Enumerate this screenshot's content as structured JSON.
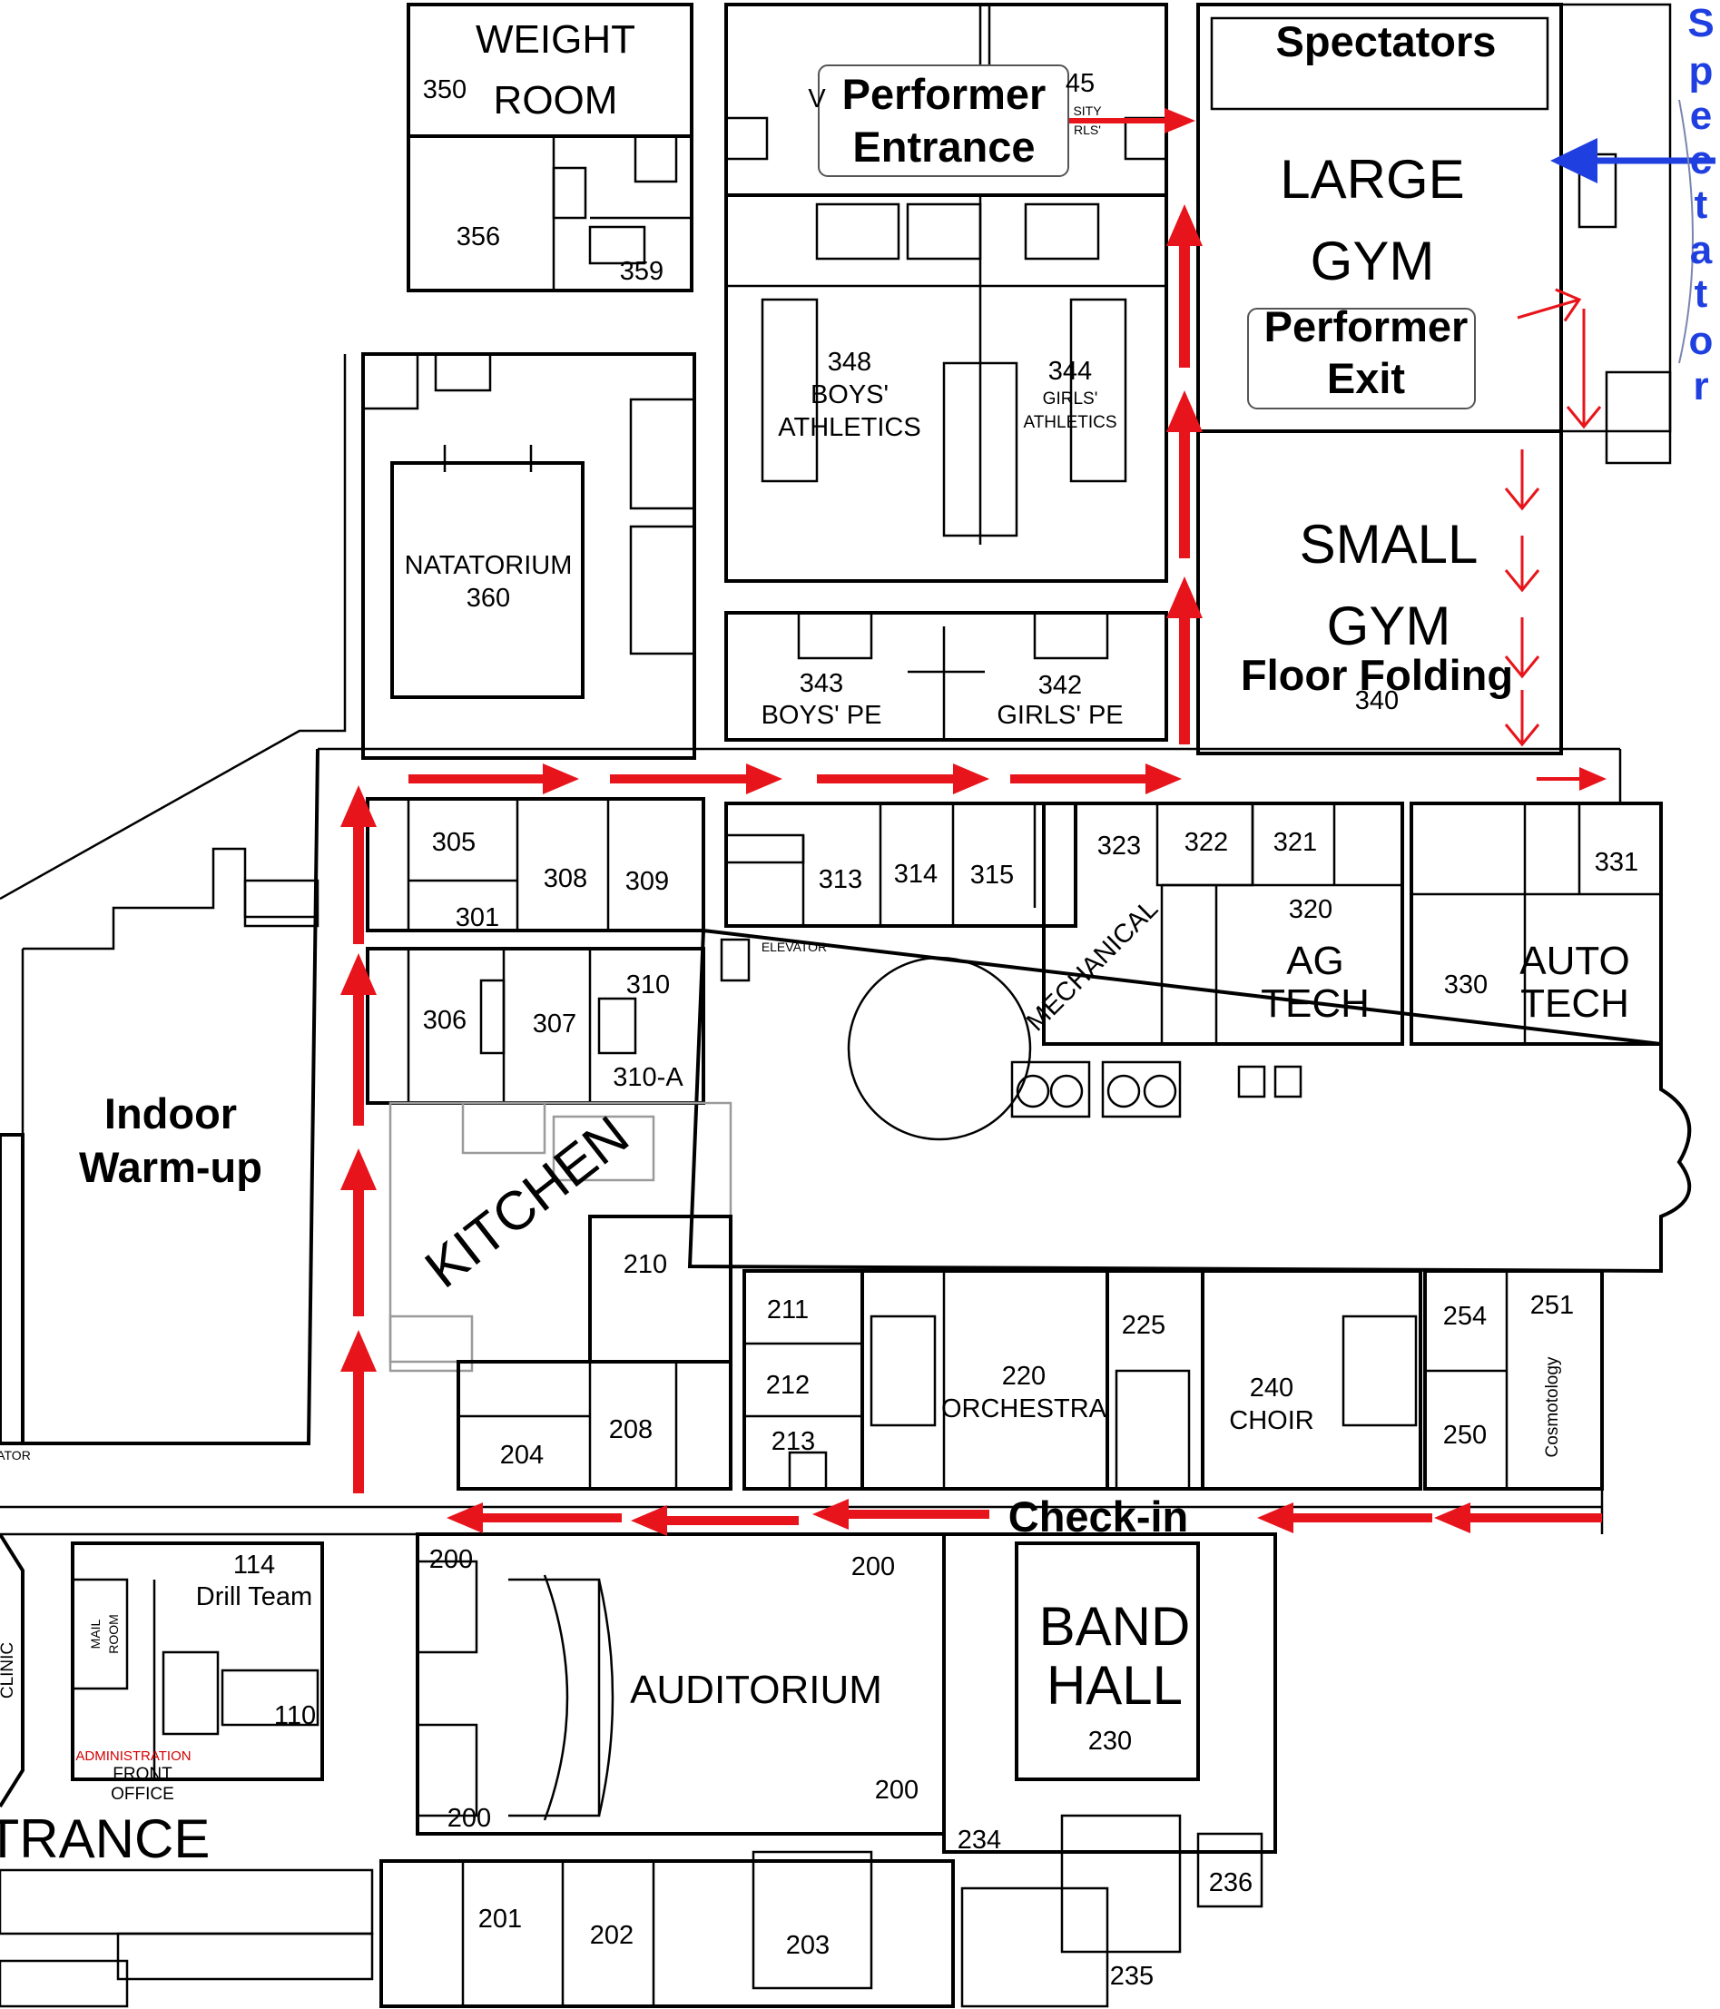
{
  "map": {
    "colors": {
      "route_arrow": "#e8141b",
      "spectator_arrow": "#1f3fe0",
      "wall": "#000000",
      "background": "#ffffff"
    },
    "callouts": {
      "performer_entrance": [
        "Performer",
        "Entrance"
      ],
      "performer_exit": [
        "Performer",
        "Exit"
      ],
      "spectators": "Spectators",
      "floor_folding": "Floor Folding",
      "check_in": "Check-in",
      "indoor_warmup": [
        "Indoor",
        "Warm-up"
      ],
      "spectator_vertical": [
        "S",
        "p",
        "e",
        "c",
        "t",
        "a",
        "t",
        "o",
        "r"
      ]
    },
    "rooms": {
      "weight_room": [
        "WEIGHT",
        "ROOM"
      ],
      "r350": "350",
      "r356": "356",
      "r359": "359",
      "r348": [
        "348",
        "BOYS'",
        "ATHLETICS"
      ],
      "r344": [
        "344",
        "GIRLS'",
        "ATHLETICS"
      ],
      "r345_partial": "45",
      "r345_sub": [
        "SITY",
        "RLS'"
      ],
      "r349_partial": "V",
      "large_gym": [
        "LARGE",
        "GYM"
      ],
      "small_gym": [
        "SMALL",
        "GYM"
      ],
      "r340": "340",
      "natatorium": [
        "NATATORIUM",
        "360"
      ],
      "r343": [
        "343",
        "BOYS' PE"
      ],
      "r342": [
        "342",
        "GIRLS' PE"
      ],
      "r305": "305",
      "r301": "301",
      "r308": "308",
      "r309": "309",
      "r306": "306",
      "r307": "307",
      "r310": "310",
      "r310a": "310-A",
      "r313": "313",
      "r314": "314",
      "r315": "315",
      "r323": "323",
      "r322": "322",
      "r321": "321",
      "r331": "331",
      "r320": [
        "320",
        "AG",
        "TECH"
      ],
      "r330": "330",
      "auto_tech": [
        "AUTO",
        "TECH"
      ],
      "mechanical": "MECHANICAL",
      "elevator": "ELEVATOR",
      "kitchen": "KITCHEN",
      "r210": "210",
      "r204": "204",
      "r208": "208",
      "r211": "211",
      "r212": "212",
      "r213": "213",
      "r220": [
        "220",
        "ORCHESTRA"
      ],
      "r225": "225",
      "r240": [
        "240",
        "CHOIR"
      ],
      "r254": "254",
      "r251": "251",
      "r250": "250",
      "cosmetology": "Cosmotology",
      "r114": [
        "114",
        "Drill Team"
      ],
      "mail_room": [
        "MAIL",
        "ROOM"
      ],
      "clinic": "CLINIC",
      "r110": "110",
      "administration": "ADMINISTRATION",
      "front_office": [
        "FRONT",
        "OFFICE"
      ],
      "entrance": "TRANCE",
      "ator": "ATOR",
      "r200": "200",
      "auditorium": "AUDITORIUM",
      "band_hall": [
        "BAND",
        "HALL",
        "230"
      ],
      "r234": "234",
      "r236": "236",
      "r235": "235",
      "r201": "201",
      "r202": "202",
      "r203": "203"
    }
  }
}
